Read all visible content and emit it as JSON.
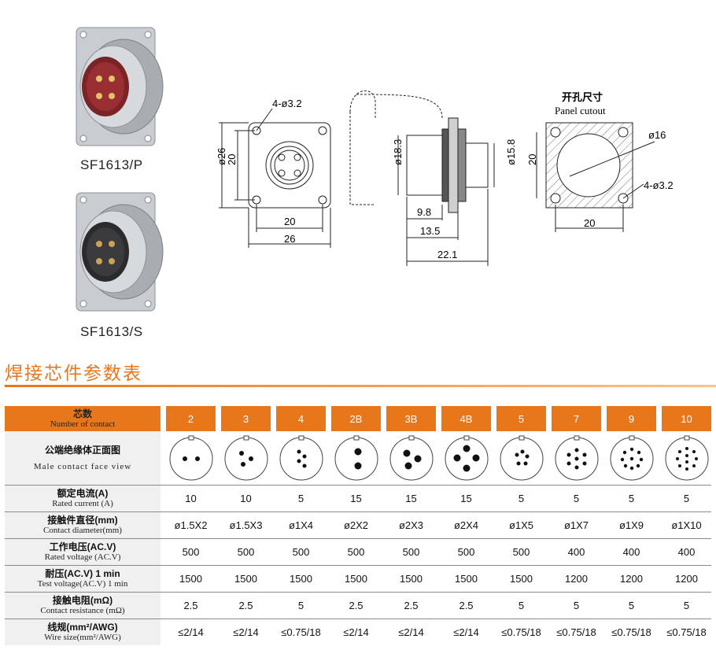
{
  "products": [
    {
      "name": "SF1613/P"
    },
    {
      "name": "SF1613/S"
    }
  ],
  "drawing": {
    "front_view": {
      "hole_label": "4-ø3.2",
      "dim_26_v": "ø26",
      "dim_20_v": "20",
      "dim_20_h": "20",
      "dim_26_h": "26"
    },
    "side_view": {
      "dim_18_3": "ø18.3",
      "dim_15_8": "ø15.8",
      "dim_9_8": "9.8",
      "dim_13_5": "13.5",
      "dim_22_1": "22.1"
    },
    "cutout": {
      "title_cn": "开孔尺寸",
      "title_en": "Panel cutout",
      "dim_16": "ø16",
      "dim_20_v": "20",
      "dim_20_h": "20",
      "hole_label": "4-ø3.2"
    }
  },
  "section": {
    "title": "焊接芯件参数表"
  },
  "table": {
    "rows": {
      "contacts": {
        "cn": "芯数",
        "en": "Number of contact"
      },
      "face": {
        "cn": "公端绝缘体正面图",
        "en": "Male contact face view"
      },
      "current": {
        "cn": "额定电流(A)",
        "en": "Rated current (A)"
      },
      "diameter": {
        "cn": "接触件直径(mm)",
        "en": "Contact diameter(mm)"
      },
      "voltage": {
        "cn": "工作电压(AC.V)",
        "en": "Rated voltage (AC.V)"
      },
      "test": {
        "cn": "耐压(AC.V) 1 min",
        "en": "Test voltage(AC.V) 1 min"
      },
      "resistance": {
        "cn": "接触电阻(mΩ)",
        "en": "Contact resistance (mΩ)"
      },
      "wire": {
        "cn": "线规(mm²/AWG)",
        "en": "Wire size(mm²/AWG)"
      }
    },
    "columns": [
      {
        "contacts": "2",
        "current": "10",
        "diameter": "ø1.5X2",
        "voltage": "500",
        "test": "1500",
        "resistance": "2.5",
        "wire": "≤2/14"
      },
      {
        "contacts": "3",
        "current": "10",
        "diameter": "ø1.5X3",
        "voltage": "500",
        "test": "1500",
        "resistance": "2.5",
        "wire": "≤2/14"
      },
      {
        "contacts": "4",
        "current": "5",
        "diameter": "ø1X4",
        "voltage": "500",
        "test": "1500",
        "resistance": "5",
        "wire": "≤0.75/18"
      },
      {
        "contacts": "2B",
        "current": "15",
        "diameter": "ø2X2",
        "voltage": "500",
        "test": "1500",
        "resistance": "2.5",
        "wire": "≤2/14"
      },
      {
        "contacts": "3B",
        "current": "15",
        "diameter": "ø2X3",
        "voltage": "500",
        "test": "1500",
        "resistance": "2.5",
        "wire": "≤2/14"
      },
      {
        "contacts": "4B",
        "current": "15",
        "diameter": "ø2X4",
        "voltage": "500",
        "test": "1500",
        "resistance": "2.5",
        "wire": "≤2/14"
      },
      {
        "contacts": "5",
        "current": "5",
        "diameter": "ø1X5",
        "voltage": "500",
        "test": "1500",
        "resistance": "5",
        "wire": "≤0.75/18"
      },
      {
        "contacts": "7",
        "current": "5",
        "diameter": "ø1X7",
        "voltage": "400",
        "test": "1200",
        "resistance": "5",
        "wire": "≤0.75/18"
      },
      {
        "contacts": "9",
        "current": "5",
        "diameter": "ø1X9",
        "voltage": "400",
        "test": "1200",
        "resistance": "5",
        "wire": "≤0.75/18"
      },
      {
        "contacts": "10",
        "current": "5",
        "diameter": "ø1X10",
        "voltage": "400",
        "test": "1200",
        "resistance": "5",
        "wire": "≤0.75/18"
      }
    ]
  },
  "colors": {
    "accent": "#e8761a",
    "label_bg": "#f0f0f0"
  }
}
